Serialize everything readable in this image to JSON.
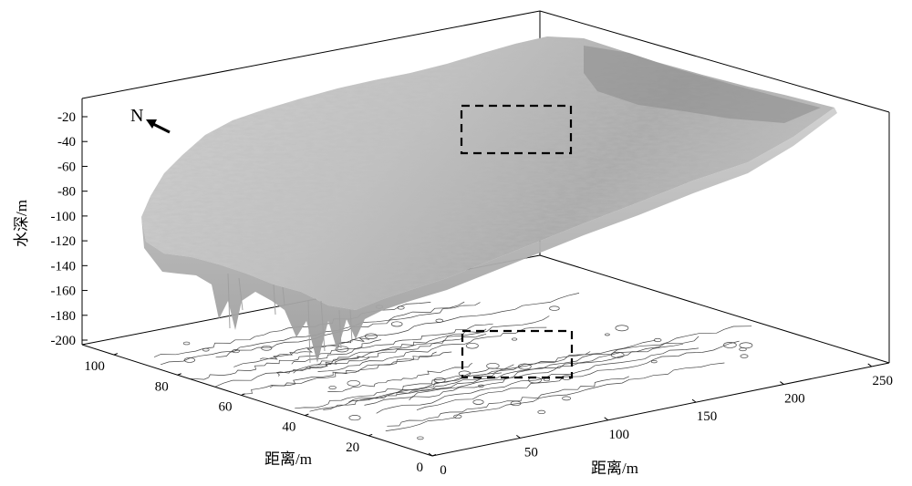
{
  "chart_data": {
    "type": "surface",
    "description_label": "3D bathymetric surface with contour projection",
    "zlabel": "水深/m",
    "xlabel": "距离/m",
    "ylabel": "距离/m",
    "z_ticks": [
      "-20",
      "-40",
      "-60",
      "-80",
      "-100",
      "-120",
      "-140",
      "-160",
      "-180",
      "-200"
    ],
    "x_ticks": [
      "0",
      "50",
      "100",
      "150",
      "200",
      "250"
    ],
    "y_ticks": [
      "0",
      "20",
      "40",
      "60",
      "80",
      "100"
    ],
    "zlim": [
      -200,
      0
    ],
    "xlim": [
      0,
      260
    ],
    "ylim": [
      0,
      110
    ],
    "north_label": "N",
    "colors": {
      "surface_light": "#d9d9d9",
      "surface_dark": "#8f8f8f",
      "axis": "#000000",
      "contour": "#333333"
    }
  }
}
